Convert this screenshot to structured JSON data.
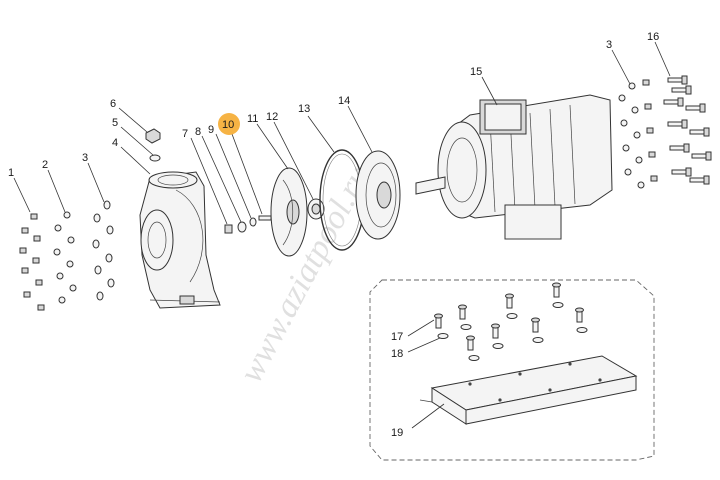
{
  "watermark": "www.aziatpool.ru",
  "highlight_color": "#f5a623",
  "callouts": [
    {
      "id": "c1",
      "label": "1"
    },
    {
      "id": "c2",
      "label": "2"
    },
    {
      "id": "c3a",
      "label": "3"
    },
    {
      "id": "c4",
      "label": "4"
    },
    {
      "id": "c5",
      "label": "5"
    },
    {
      "id": "c6",
      "label": "6"
    },
    {
      "id": "c7",
      "label": "7"
    },
    {
      "id": "c8",
      "label": "8"
    },
    {
      "id": "c9",
      "label": "9"
    },
    {
      "id": "c10",
      "label": "10",
      "highlighted": true
    },
    {
      "id": "c11",
      "label": "11"
    },
    {
      "id": "c12",
      "label": "12"
    },
    {
      "id": "c13",
      "label": "13"
    },
    {
      "id": "c14",
      "label": "14"
    },
    {
      "id": "c15",
      "label": "15"
    },
    {
      "id": "c3b",
      "label": "3"
    },
    {
      "id": "c16",
      "label": "16"
    },
    {
      "id": "c17",
      "label": "17"
    },
    {
      "id": "c18",
      "label": "18"
    },
    {
      "id": "c19",
      "label": "19"
    }
  ]
}
